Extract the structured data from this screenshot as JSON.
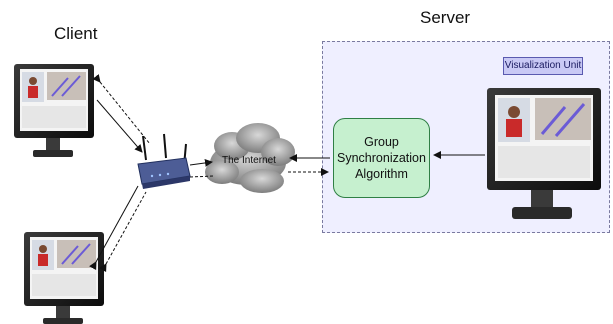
{
  "labels": {
    "client": "Client",
    "server": "Server",
    "visualization_unit": "Visualization Unit",
    "internet": "The Internet",
    "algorithm_lines": [
      "Group",
      "Synchronization",
      "Algorithm"
    ]
  },
  "colors": {
    "server_region": "#efefff",
    "algorithm_fill": "#c6f0cf",
    "badge_fill": "#c9c9f5",
    "router_body": "#4d5d96",
    "cloud": "#8a8a8a"
  },
  "icons": [
    "monitor-icon",
    "router-icon",
    "cloud-icon"
  ]
}
